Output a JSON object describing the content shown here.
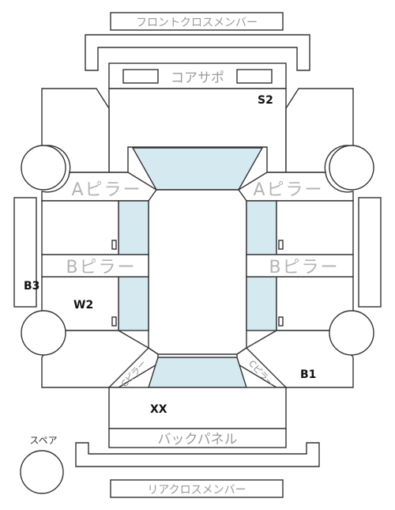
{
  "labels": {
    "front_cross_member": "フロントクロスメンバー",
    "core_support": "コアサポ",
    "a_pillar_left": "Aピラー",
    "a_pillar_right": "Aピラー",
    "b_pillar_left": "Bピラー",
    "b_pillar_right": "Bピラー",
    "back_panel": "バックパネル",
    "rear_cross_member": "リアクロスメンバー",
    "spare": "スペア",
    "c_pillar_left": "Cピラー",
    "c_pillar_right": "Cピラー"
  },
  "codes": {
    "s2": "S2",
    "b3": "B3",
    "w2": "W2",
    "b1": "B1",
    "xx": "XX"
  },
  "colors": {
    "line": "#333333",
    "glass": "#d4e9f0",
    "label_gray": "#b4b4b4"
  }
}
